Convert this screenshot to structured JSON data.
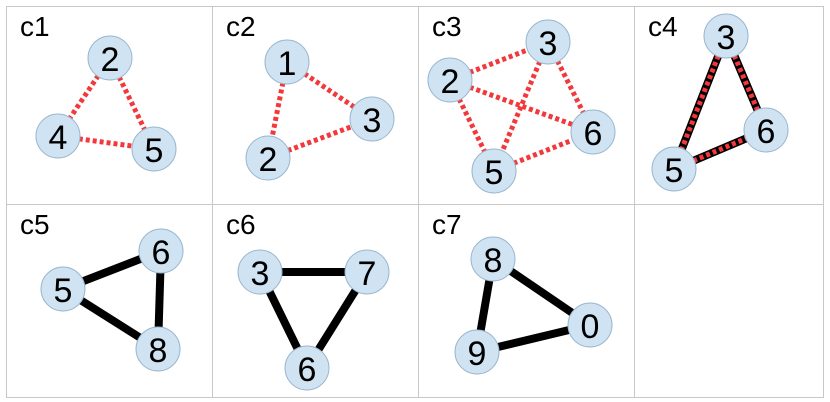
{
  "colors": {
    "node_fill": "#cfe3f2",
    "node_stroke": "#9ab7cf",
    "dashed_edge": "#f2383b",
    "solid_edge": "#000000",
    "grid_line": "#c8c8c8"
  },
  "cells": [
    {
      "label": "c1",
      "nodes": [
        "2",
        "4",
        "5"
      ],
      "edges": [
        {
          "from": "2",
          "to": "4",
          "style": "dashed"
        },
        {
          "from": "2",
          "to": "5",
          "style": "dashed"
        },
        {
          "from": "4",
          "to": "5",
          "style": "dashed"
        }
      ]
    },
    {
      "label": "c2",
      "nodes": [
        "1",
        "3",
        "2"
      ],
      "edges": [
        {
          "from": "1",
          "to": "3",
          "style": "dashed"
        },
        {
          "from": "1",
          "to": "2",
          "style": "dashed"
        },
        {
          "from": "2",
          "to": "3",
          "style": "dashed"
        }
      ]
    },
    {
      "label": "c3",
      "nodes": [
        "3",
        "2",
        "6",
        "5"
      ],
      "edges": [
        {
          "from": "2",
          "to": "3",
          "style": "dashed"
        },
        {
          "from": "2",
          "to": "6",
          "style": "dashed"
        },
        {
          "from": "2",
          "to": "5",
          "style": "dashed"
        },
        {
          "from": "3",
          "to": "6",
          "style": "dashed"
        },
        {
          "from": "3",
          "to": "5",
          "style": "dashed"
        },
        {
          "from": "5",
          "to": "6",
          "style": "dashed"
        }
      ]
    },
    {
      "label": "c4",
      "nodes": [
        "3",
        "6",
        "5"
      ],
      "edges": [
        {
          "from": "3",
          "to": "5",
          "style": "solid"
        },
        {
          "from": "3",
          "to": "6",
          "style": "solid"
        },
        {
          "from": "5",
          "to": "6",
          "style": "solid"
        },
        {
          "from": "3",
          "to": "5",
          "style": "dashed"
        },
        {
          "from": "3",
          "to": "6",
          "style": "dashed"
        },
        {
          "from": "5",
          "to": "6",
          "style": "dashed"
        }
      ]
    },
    {
      "label": "c5",
      "nodes": [
        "6",
        "5",
        "8"
      ],
      "edges": [
        {
          "from": "5",
          "to": "6",
          "style": "solid"
        },
        {
          "from": "5",
          "to": "8",
          "style": "solid"
        },
        {
          "from": "6",
          "to": "8",
          "style": "solid"
        }
      ]
    },
    {
      "label": "c6",
      "nodes": [
        "3",
        "7",
        "6"
      ],
      "edges": [
        {
          "from": "3",
          "to": "7",
          "style": "solid"
        },
        {
          "from": "3",
          "to": "6",
          "style": "solid"
        },
        {
          "from": "7",
          "to": "6",
          "style": "solid"
        }
      ]
    },
    {
      "label": "c7",
      "nodes": [
        "8",
        "0",
        "9"
      ],
      "edges": [
        {
          "from": "8",
          "to": "0",
          "style": "solid"
        },
        {
          "from": "8",
          "to": "9",
          "style": "solid"
        },
        {
          "from": "9",
          "to": "0",
          "style": "solid"
        }
      ]
    }
  ]
}
